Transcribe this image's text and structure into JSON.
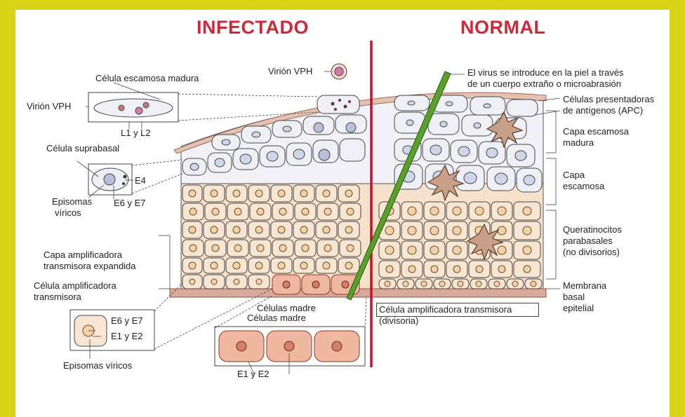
{
  "headers": {
    "infected": "INFECTADO",
    "normal": "NORMAL"
  },
  "colors": {
    "background": "#d8d415",
    "divider": "#c8102e",
    "header_text": "#cc2a3a",
    "virus_rod": "#5aa02c",
    "superficial_cells": "#f2f2f8",
    "suprabasal_cells": "#f6e2cc",
    "stem_cells": "#f0b8a0",
    "basal_membrane": "#d8a898"
  },
  "labels": {
    "virion_top": "Virión VPH",
    "virus_entry_line1": "El virus se introduce en la piel a través",
    "virus_entry_line2": "de un cuerpo extraño o microabrasión",
    "mature_squamous_cell": "Célula escamosa madura",
    "virion_left": "Virión VPH",
    "l1_l2": "L1 y L2",
    "suprabasal_cell": "Célula suprabasal",
    "e4": "E4",
    "viral_episomes_line1": "Episomas",
    "viral_episomes_line2": "víricos",
    "e6_e7_upper": "E6 y E7",
    "amplifying_layer_line1": "Capa amplificadora",
    "amplifying_layer_line2": "transmisora expandida",
    "amplifying_cell_line1": "Célula amplificadora",
    "amplifying_cell_line2": "transmisora",
    "e6_e7_lower": "E6 y E7",
    "e1_e2_lower": "E1 y E2",
    "viral_episomes_lower": "Episomas víricos",
    "stem_cells_upper": "Células madre",
    "stem_cells_lower": "Células madre",
    "e1_e2_bottom": "E1 y E2",
    "amplifying_dividing_line1": "Célula amplificadora transmisora",
    "amplifying_dividing_line2": "(divisoria)",
    "apc_line1": "Células presentadoras",
    "apc_line2": "de antígenos (APC)",
    "mature_squamous_layer_line1": "Capa escamosa",
    "mature_squamous_layer_line2": "madura",
    "squamous_layer_line1": "Capa",
    "squamous_layer_line2": "escamosa",
    "parabasal_line1": "Queratinocitos",
    "parabasal_line2": "parabasales",
    "parabasal_line3": "(no divisorios)",
    "basal_membrane_line1": "Membrana",
    "basal_membrane_line2": "basal",
    "basal_membrane_line3": "epitelial"
  }
}
